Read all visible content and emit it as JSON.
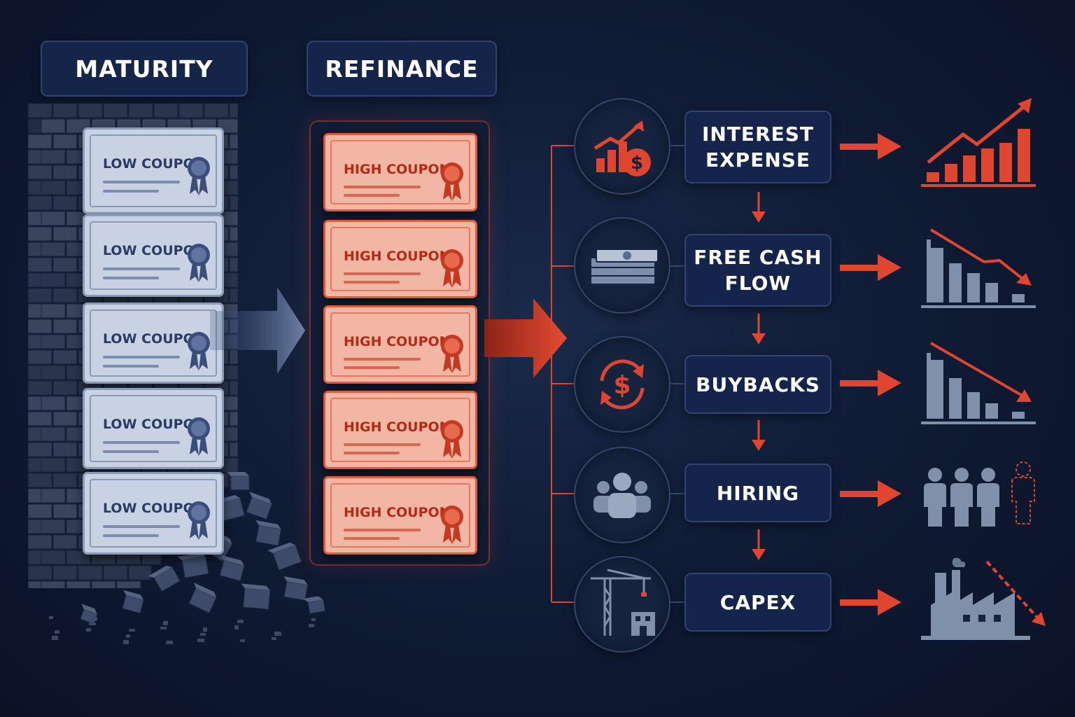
{
  "headers": {
    "maturity": "MATURITY",
    "refinance": "REFINANCE"
  },
  "bonds": {
    "low": [
      "LOW COUPON",
      "LOW COUPON",
      "LOW COUPON",
      "LOW COUPON",
      "LOW COUPON"
    ],
    "high": [
      "HIGH COUPON",
      "HIGH COUPON",
      "HIGH COUPON",
      "HIGH COUPON",
      "HIGH COUPON"
    ]
  },
  "impacts": [
    {
      "label": "INTEREST\nEXPENSE",
      "icon": "rising-cost-icon",
      "trend": "up"
    },
    {
      "label": "FREE CASH\nFLOW",
      "icon": "cash-stack-icon",
      "trend": "down"
    },
    {
      "label": "BUYBACKS",
      "icon": "dollar-cycle-icon",
      "trend": "down"
    },
    {
      "label": "HIRING",
      "icon": "people-icon",
      "trend": "down"
    },
    {
      "label": "CAPEX",
      "icon": "crane-icon",
      "trend": "down"
    }
  ],
  "colors": {
    "background": "#0f1a33",
    "accent": "#e0452f",
    "low_bond": "#c8d2e2",
    "high_bond": "#f2b6a4",
    "box": "#15244a",
    "steel": "#8090aa"
  }
}
